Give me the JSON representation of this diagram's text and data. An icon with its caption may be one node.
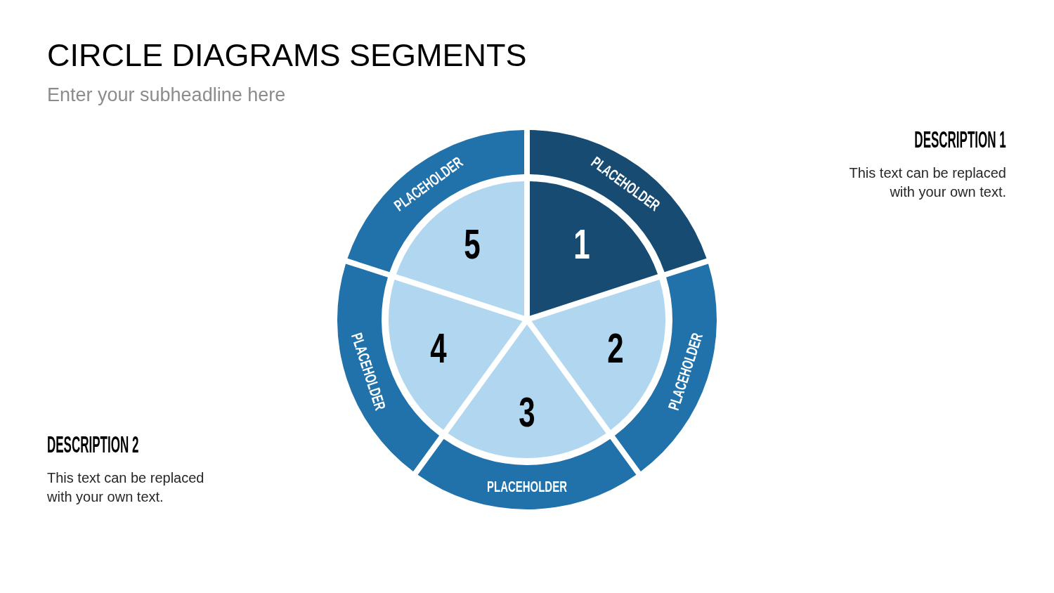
{
  "diagram": {
    "title": "CIRCLE DIAGRAMS SEGMENTS",
    "nodes": [
      {
        "text": [
          "PLACEHOLDER"
        ]
      },
      {
        "text": [
          "1"
        ]
      },
      {
        "text": [
          "PLACEHOLDER"
        ]
      },
      {
        "text": [
          "2"
        ]
      },
      {
        "text": [
          "PLACEHOLDER"
        ]
      },
      {
        "text": [
          "3"
        ]
      },
      {
        "text": [
          "PLACEHOLDER"
        ]
      },
      {
        "text": [
          "4"
        ]
      },
      {
        "text": [
          "PLACEHOLDER"
        ]
      },
      {
        "text": [
          "5"
        ]
      }
    ],
    "labels": [
      "Enter your subheadline here",
      "DESCRIPTION 1",
      "This text can be replaced with your own text.",
      "DESCRIPTION 2",
      "This text can be replaced with your own text."
    ]
  }
}
